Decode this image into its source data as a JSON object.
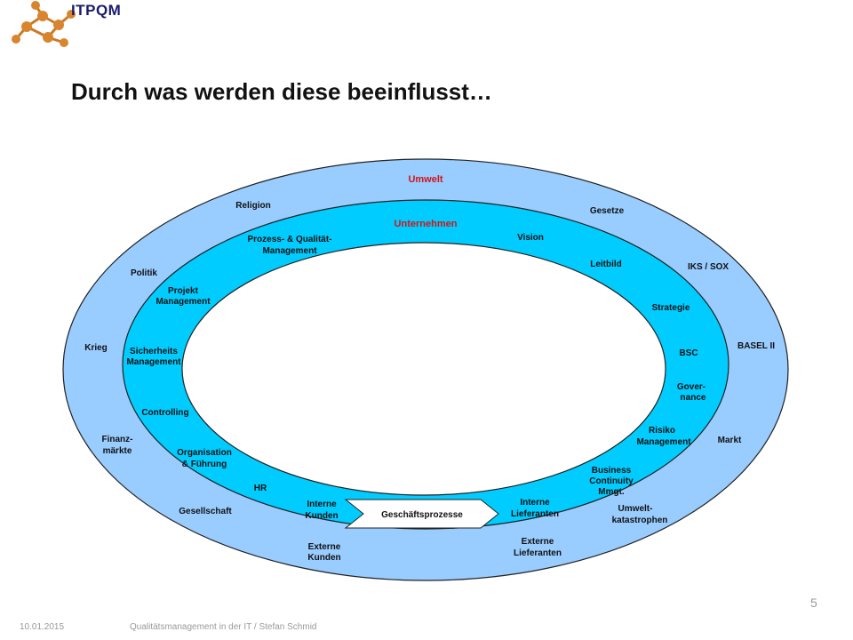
{
  "logo": {
    "text": "ITPQM"
  },
  "title": "Durch was werden diese beeinflusst…",
  "diagram": {
    "outer_ring": {
      "title": "Umwelt",
      "items": [
        "Religion",
        "Gesetze",
        "Politik",
        "IKS / SOX",
        "Krieg",
        "BASEL II",
        "Finanz-",
        "märkte",
        "Markt",
        "Gesellschaft",
        "Umwelt-",
        "katastrophen",
        "Externe",
        "Kunden",
        "Externe",
        "Lieferanten"
      ]
    },
    "inner_ring": {
      "title": "Unternehmen",
      "items": [
        "Prozess- & Qualität-",
        "Management",
        "Vision",
        "Leitbild",
        "Projekt",
        "Management",
        "Strategie",
        "Sicherheits",
        "Management",
        "BSC",
        "Gover-",
        "nance",
        "Controlling",
        "Risiko",
        "Management",
        "Organisation",
        "& Führung",
        "Business",
        "Continuity",
        "Mmgt.",
        "HR",
        "Interne",
        "Kunden",
        "Interne",
        "Lieferanten"
      ]
    },
    "process_arrow": "Geschäftsprozesse",
    "colors": {
      "outer": "#99ccff",
      "inner": "#00ccff",
      "center": "#ffffff",
      "accent": "#d41414"
    }
  },
  "page_number": "5",
  "footer": {
    "date": "10.01.2015",
    "text": "Qualitätsmanagement in der IT / Stefan Schmid"
  }
}
